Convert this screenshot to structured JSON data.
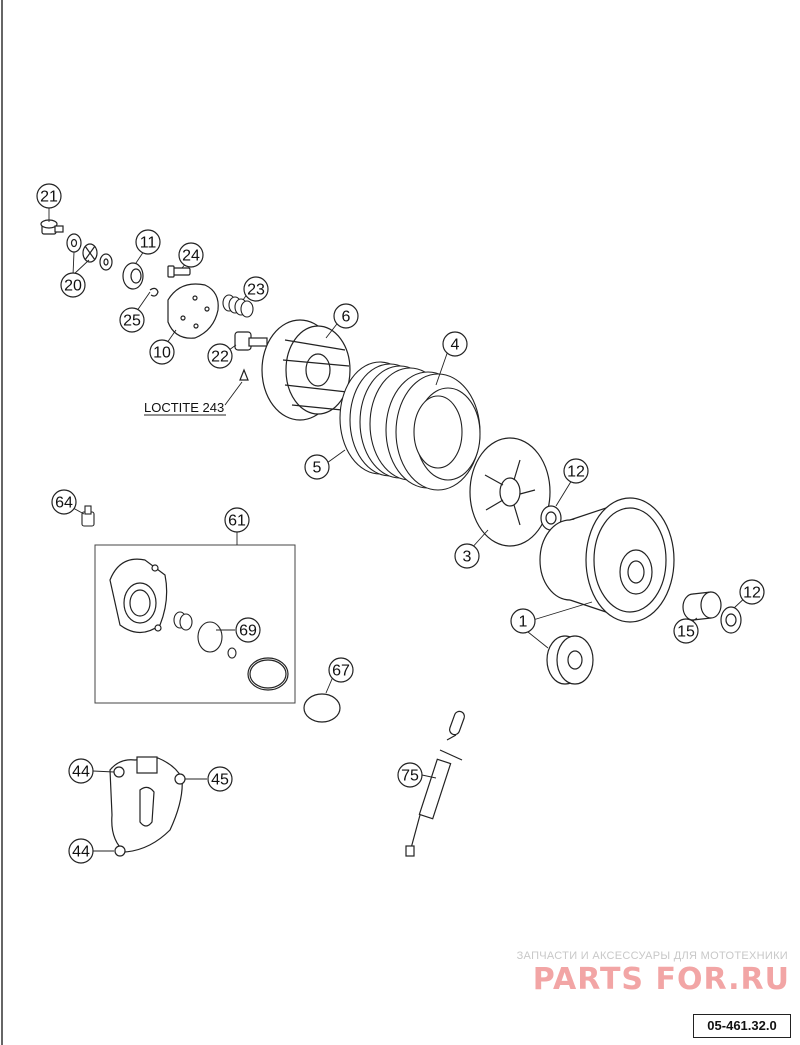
{
  "callouts": {
    "c21": "21",
    "c20": "20",
    "c11": "11",
    "c24": "24",
    "c25": "25",
    "c10": "10",
    "c23": "23",
    "c22": "22",
    "c6": "6",
    "c4": "4",
    "c5": "5",
    "c12a": "12",
    "c3": "3",
    "c64": "64",
    "c61": "61",
    "c69": "69",
    "c67": "67",
    "c1": "1",
    "c15": "15",
    "c12b": "12",
    "c44a": "44",
    "c45": "45",
    "c44b": "44",
    "c75": "75"
  },
  "note": {
    "loctite": "LOCTITE 243"
  },
  "watermark": {
    "tagline": "ЗАПЧАСТИ И АКСЕССУАРЫ ДЛЯ МОТОТЕХНИКИ",
    "logo": "PARTS FOR.RU"
  },
  "diagram_code": "05-461.32.0"
}
